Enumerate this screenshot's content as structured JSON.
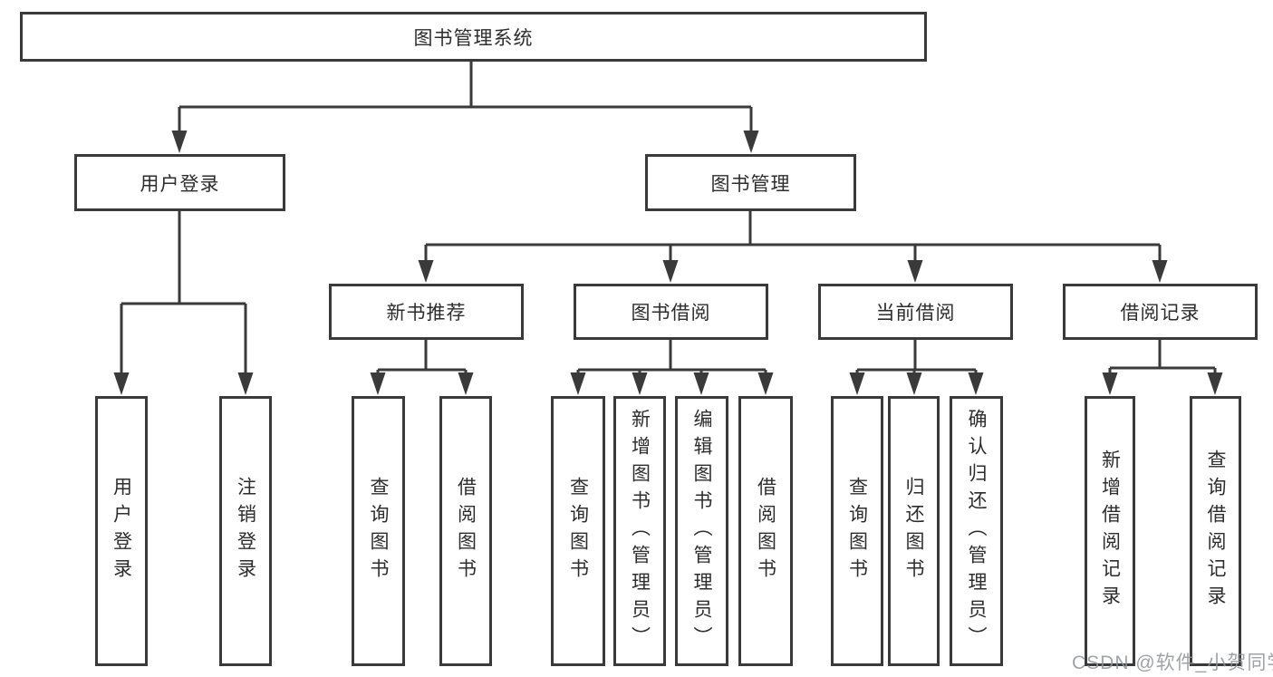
{
  "tree": {
    "label": "图书管理系统",
    "children": [
      {
        "label": "用户登录",
        "children": [
          {
            "label": "用户登录"
          },
          {
            "label": "注销登录"
          }
        ]
      },
      {
        "label": "图书管理",
        "children": [
          {
            "label": "新书推荐",
            "children": [
              {
                "label": "查询图书"
              },
              {
                "label": "借阅图书"
              }
            ]
          },
          {
            "label": "图书借阅",
            "children": [
              {
                "label": "查询图书"
              },
              {
                "label": "新增图书（管理员）"
              },
              {
                "label": "编辑图书（管理员）"
              },
              {
                "label": "借阅图书"
              }
            ]
          },
          {
            "label": "当前借阅",
            "children": [
              {
                "label": "查询图书"
              },
              {
                "label": "归还图书"
              },
              {
                "label": "确认归还（管理员）"
              }
            ]
          },
          {
            "label": "借阅记录",
            "children": [
              {
                "label": "新增借阅记录"
              },
              {
                "label": "查询借阅记录"
              }
            ]
          }
        ]
      }
    ]
  },
  "watermark": {
    "text": "CSDN @软件_小贺同学"
  },
  "colors": {
    "background": "#ffffff",
    "box_border": "#3a3a3a",
    "line": "#3a3a3a",
    "text": "#2d2d2d",
    "watermark": "#8e9499"
  }
}
